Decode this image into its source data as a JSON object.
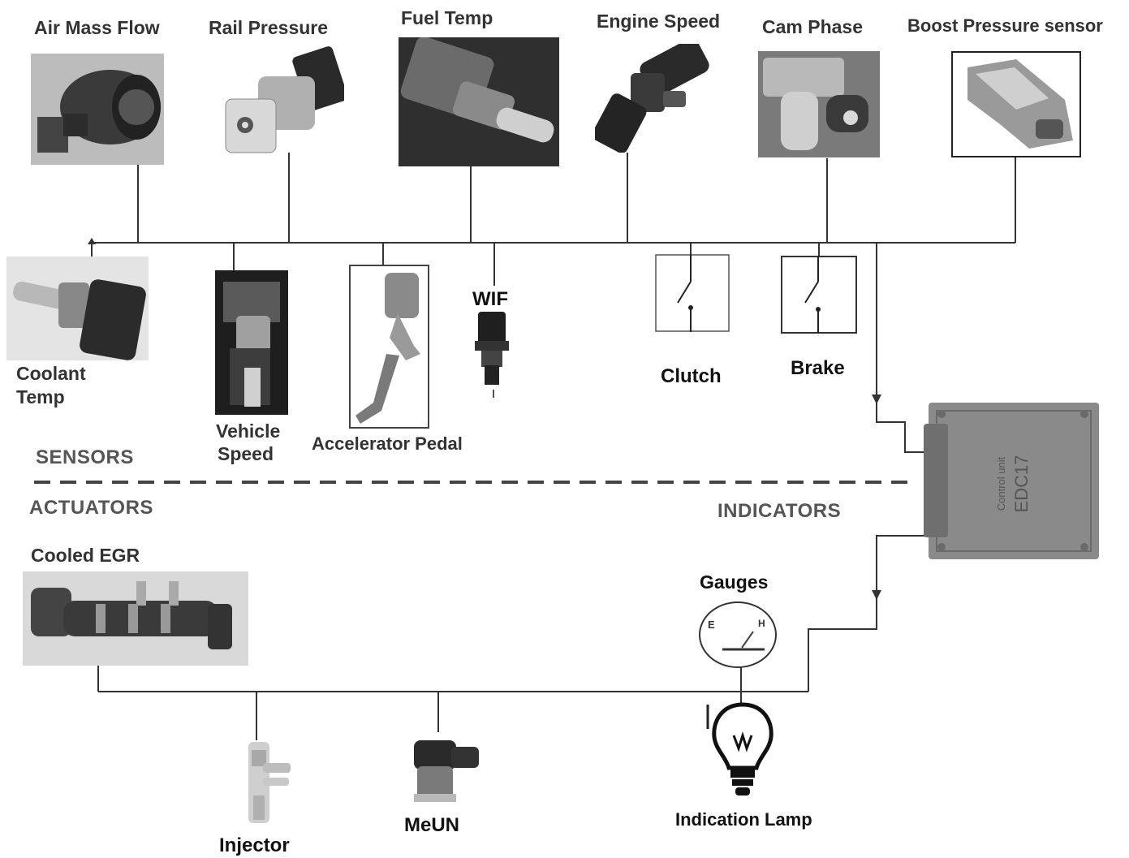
{
  "sections": {
    "sensors": "SENSORS",
    "actuators": "ACTUATORS",
    "indicators": "INDICATORS"
  },
  "sensors": {
    "air_mass_flow": "Air Mass Flow",
    "rail_pressure": "Rail Pressure",
    "fuel_temp": "Fuel Temp",
    "engine_speed": "Engine Speed",
    "cam_phase": "Cam Phase",
    "boost_pressure": "Boost Pressure sensor",
    "coolant_temp_line1": "Coolant",
    "coolant_temp_line2": "Temp",
    "vehicle_speed_line1": "Vehicle",
    "vehicle_speed_line2": "Speed",
    "accelerator_pedal": "Accelerator Pedal",
    "wif": "WIF",
    "clutch": "Clutch",
    "brake": "Brake"
  },
  "control_unit": {
    "line1": "Control unit",
    "line2": "EDC17"
  },
  "actuators": {
    "cooled_egr": "Cooled EGR",
    "injector": "Injector",
    "meun": "MeUN"
  },
  "indicators": {
    "gauges": "Gauges",
    "gauge_e": "E",
    "gauge_h": "H",
    "indication_lamp": "Indication Lamp"
  },
  "colors": {
    "wire": "#333333",
    "photo_dark": "#2e2e2e",
    "photo_mid": "#7a7a7a",
    "photo_light": "#c8c8c8",
    "ecu": "#8a8a8a"
  }
}
